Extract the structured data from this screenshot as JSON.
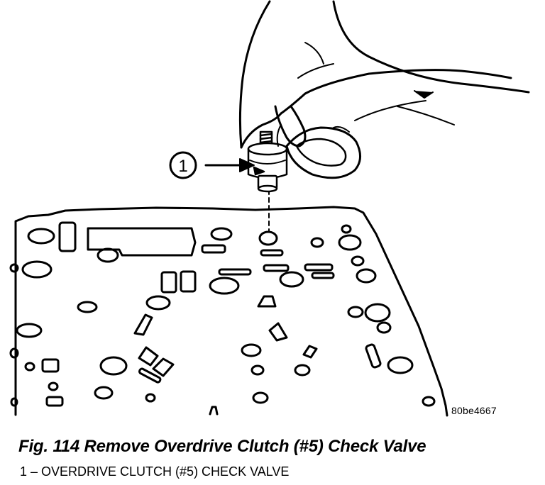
{
  "figure": {
    "callout_number": "1",
    "reference_code": "80be4667"
  },
  "caption": {
    "title": "Fig. 114 Remove Overdrive Clutch (#5) Check Valve"
  },
  "legend": {
    "items": [
      {
        "text": "1 – OVERDRIVE CLUTCH (#5) CHECK VALVE"
      }
    ]
  }
}
